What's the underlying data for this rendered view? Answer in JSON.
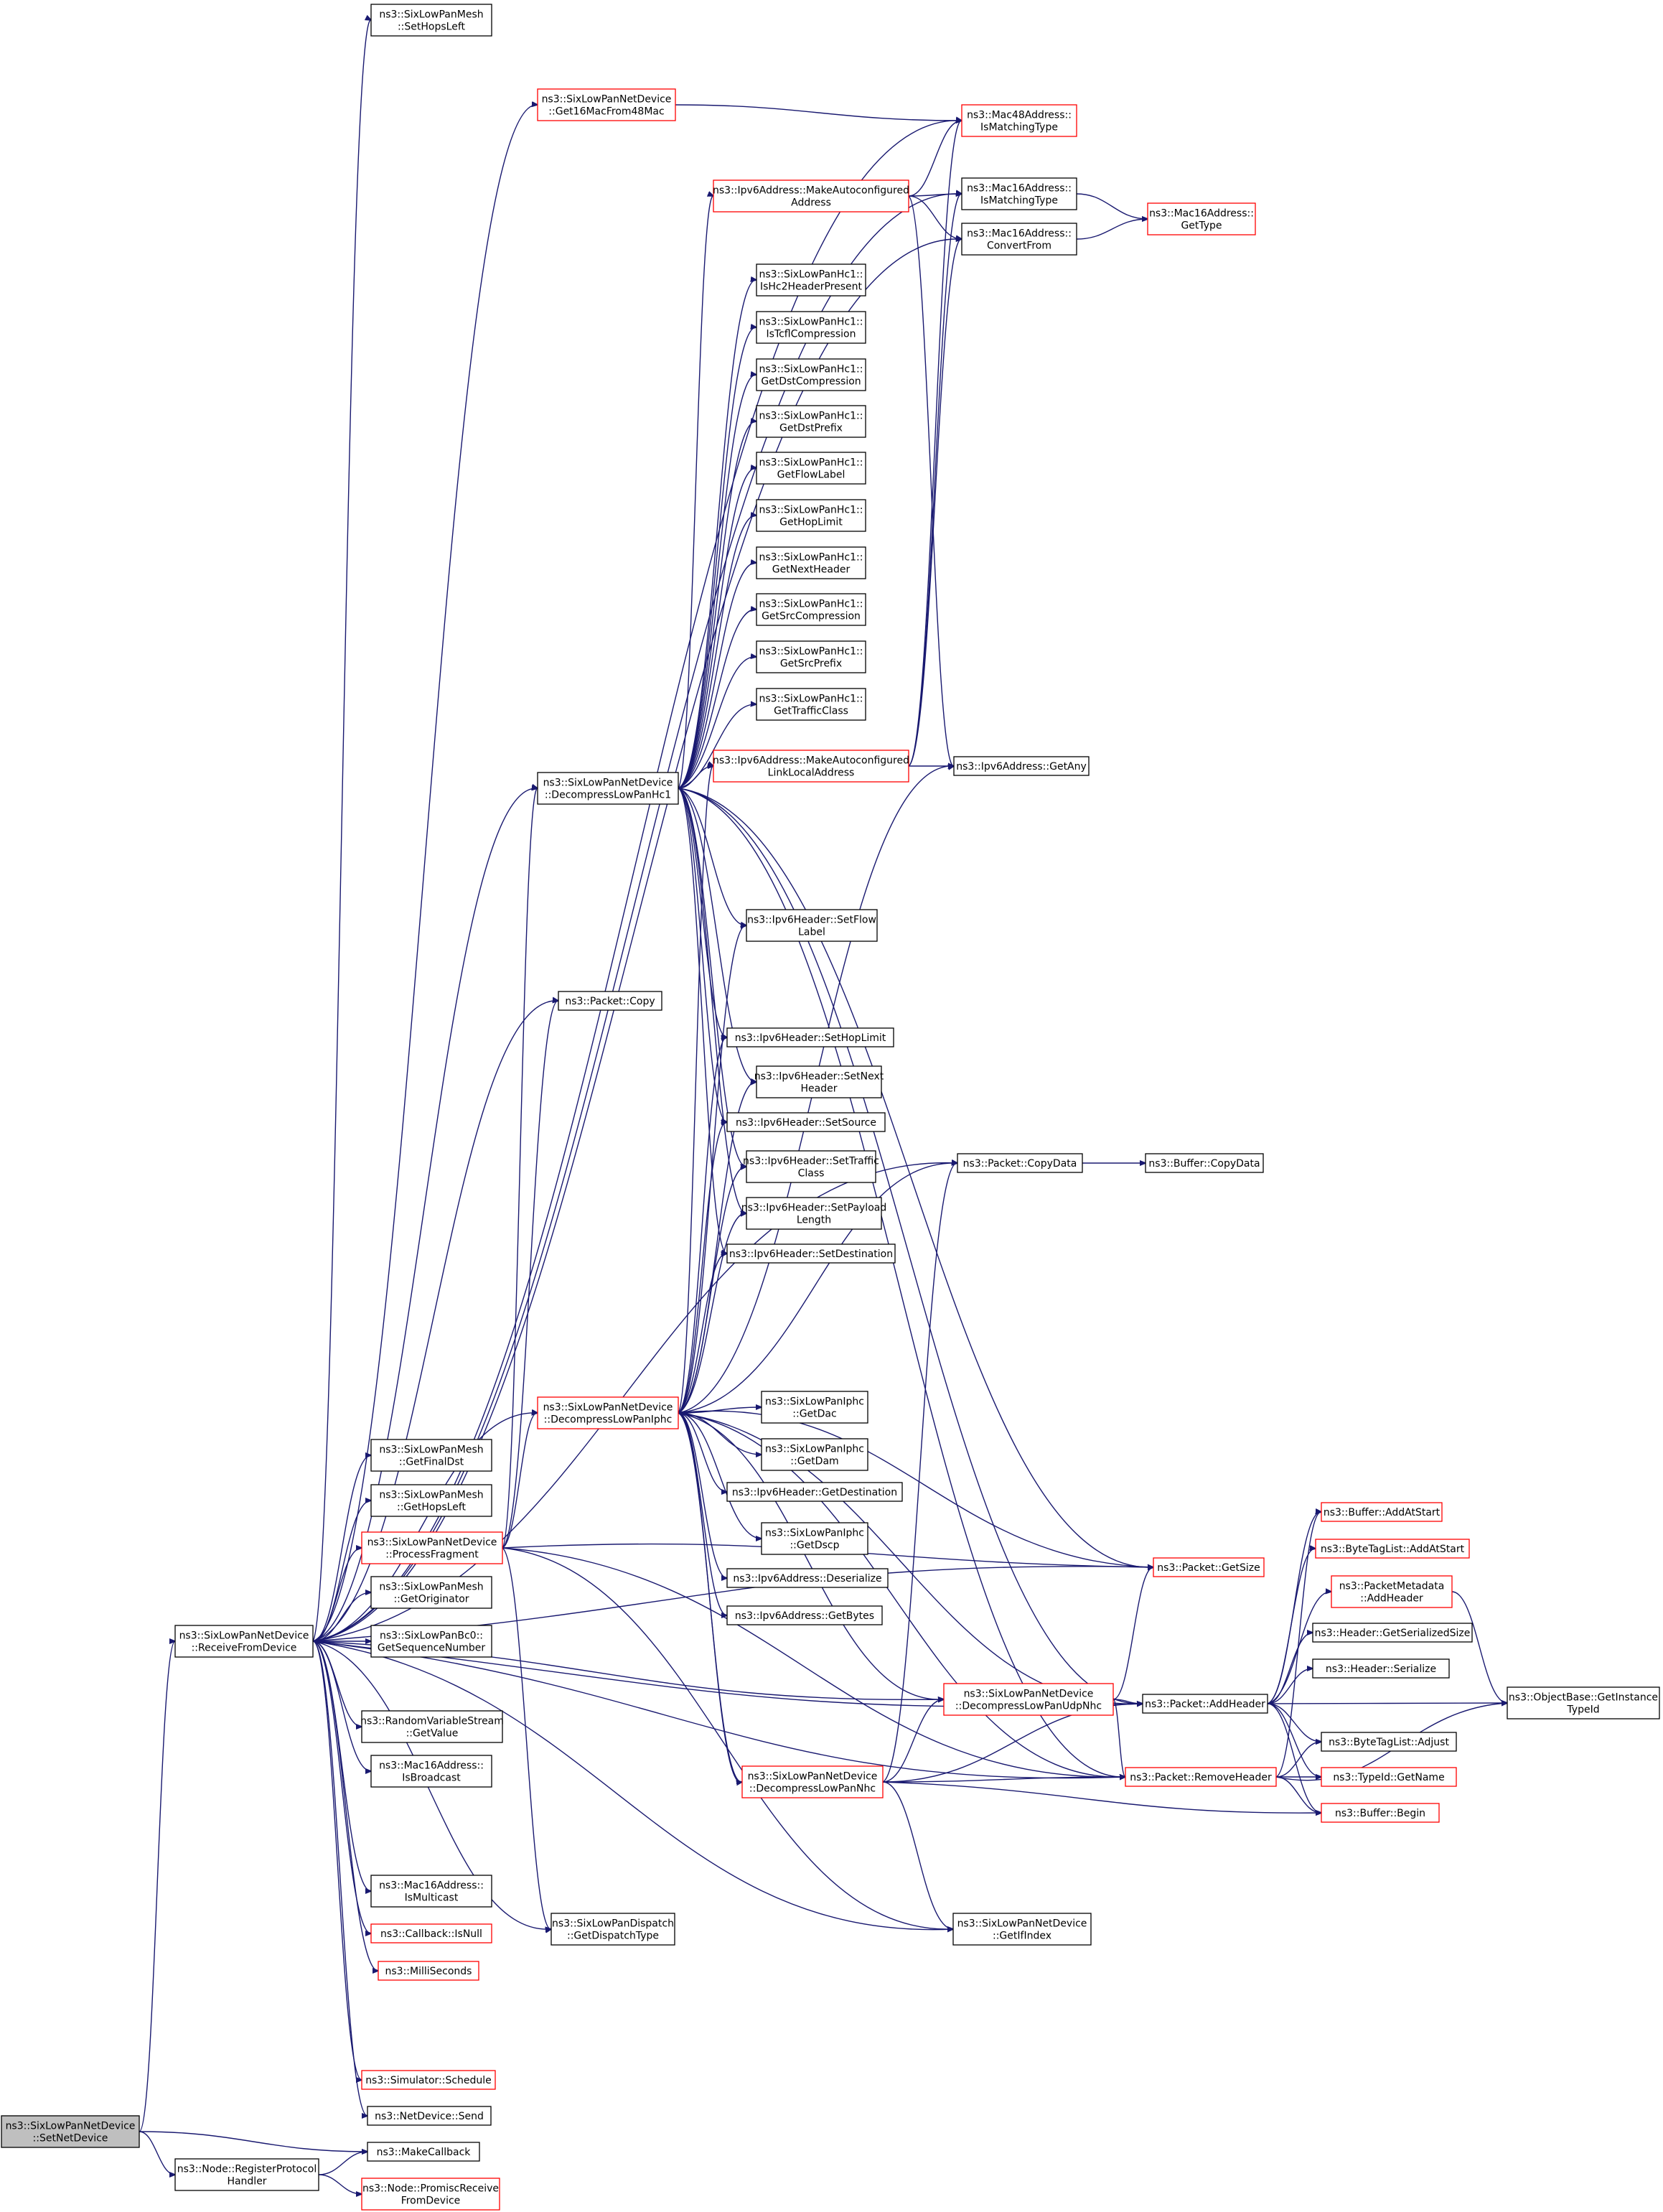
{
  "colors": {
    "edge": "#191970",
    "node_border": "#000000",
    "node_border_truncated": "#ff0000",
    "current_fill": "#bfbfbf"
  },
  "nodes": {
    "setnetdevice": [
      "ns3::SixLowPanNetDevice",
      "::SetNetDevice"
    ],
    "receivefromdevice": [
      "ns3::SixLowPanNetDevice",
      "::ReceiveFromDevice"
    ],
    "registerprotocolhandler": [
      "ns3::Node::RegisterProtocol",
      "Handler"
    ],
    "makecallback": [
      "ns3::MakeCallback"
    ],
    "promiscreceive": [
      "ns3::Node::PromiscReceive",
      "FromDevice"
    ],
    "mesh_sethopsleft": [
      "ns3::SixLowPanMesh",
      "::SetHopsLeft"
    ],
    "get16macfrom48mac": [
      "ns3::SixLowPanNetDevice",
      "::Get16MacFrom48Mac"
    ],
    "mac48_ismatchingtype": [
      "ns3::Mac48Address::",
      "IsMatchingType"
    ],
    "ipv6_makeautoconfiguredaddress": [
      "ns3::Ipv6Address::MakeAutoconfigured",
      "Address"
    ],
    "mac16_ismatchingtype": [
      "ns3::Mac16Address::",
      "IsMatchingType"
    ],
    "mac16_gettype": [
      "ns3::Mac16Address::",
      "GetType"
    ],
    "mac16_convertfrom": [
      "ns3::Mac16Address::",
      "ConvertFrom"
    ],
    "hc1_ishc2headerpresent": [
      "ns3::SixLowPanHc1::",
      "IsHc2HeaderPresent"
    ],
    "hc1_istcflcompression": [
      "ns3::SixLowPanHc1::",
      "IsTcflCompression"
    ],
    "hc1_getdstcompression": [
      "ns3::SixLowPanHc1::",
      "GetDstCompression"
    ],
    "hc1_getdstprefix": [
      "ns3::SixLowPanHc1::",
      "GetDstPrefix"
    ],
    "hc1_getflowlabel": [
      "ns3::SixLowPanHc1::",
      "GetFlowLabel"
    ],
    "hc1_gethoplimit": [
      "ns3::SixLowPanHc1::",
      "GetHopLimit"
    ],
    "hc1_getnextheader": [
      "ns3::SixLowPanHc1::",
      "GetNextHeader"
    ],
    "hc1_getsrccompression": [
      "ns3::SixLowPanHc1::",
      "GetSrcCompression"
    ],
    "hc1_getsrcprefix": [
      "ns3::SixLowPanHc1::",
      "GetSrcPrefix"
    ],
    "hc1_gettrafficclass": [
      "ns3::SixLowPanHc1::",
      "GetTrafficClass"
    ],
    "decompresslowpanhc1": [
      "ns3::SixLowPanNetDevice",
      "::DecompressLowPanHc1"
    ],
    "ipv6_makeautoconfiguredlinklocal": [
      "ns3::Ipv6Address::MakeAutoconfigured",
      "LinkLocalAddress"
    ],
    "ipv6_getany": [
      "ns3::Ipv6Address::GetAny"
    ],
    "ipv6hdr_setflowlabel": [
      "ns3::Ipv6Header::SetFlow",
      "Label"
    ],
    "packet_copy": [
      "ns3::Packet::Copy"
    ],
    "ipv6hdr_sethoplimit": [
      "ns3::Ipv6Header::SetHopLimit"
    ],
    "ipv6hdr_setnextheader": [
      "ns3::Ipv6Header::SetNext",
      "Header"
    ],
    "ipv6hdr_setsource": [
      "ns3::Ipv6Header::SetSource"
    ],
    "ipv6hdr_settrafficclass": [
      "ns3::Ipv6Header::SetTraffic",
      "Class"
    ],
    "packet_copydata": [
      "ns3::Packet::CopyData"
    ],
    "buffer_copydata": [
      "ns3::Buffer::CopyData"
    ],
    "ipv6hdr_setpayloadlength": [
      "ns3::Ipv6Header::SetPayload",
      "Length"
    ],
    "ipv6hdr_setdestination": [
      "ns3::Ipv6Header::SetDestination"
    ],
    "decompresslowpaniphc": [
      "ns3::SixLowPanNetDevice",
      "::DecompressLowPanIphc"
    ],
    "iphc_getdac": [
      "ns3::SixLowPanIphc",
      "::GetDac"
    ],
    "mesh_getfinaldst": [
      "ns3::SixLowPanMesh",
      "::GetFinalDst"
    ],
    "iphc_getdam": [
      "ns3::SixLowPanIphc",
      "::GetDam"
    ],
    "mesh_gethopsleft": [
      "ns3::SixLowPanMesh",
      "::GetHopsLeft"
    ],
    "ipv6hdr_getdestination": [
      "ns3::Ipv6Header::GetDestination"
    ],
    "buffer_addatstart": [
      "ns3::Buffer::AddAtStart"
    ],
    "processfragment": [
      "ns3::SixLowPanNetDevice",
      "::ProcessFragment"
    ],
    "iphc_getdscp": [
      "ns3::SixLowPanIphc",
      "::GetDscp"
    ],
    "bytetaglist_addatstart": [
      "ns3::ByteTagList::AddAtStart"
    ],
    "packet_getsize": [
      "ns3::Packet::GetSize"
    ],
    "ipv6_deserialize": [
      "ns3::Ipv6Address::Deserialize"
    ],
    "mesh_getoriginator": [
      "ns3::SixLowPanMesh",
      "::GetOriginator"
    ],
    "packetmetadata_addheader": [
      "ns3::PacketMetadata",
      "::AddHeader"
    ],
    "ipv6_getbytes": [
      "ns3::Ipv6Address::GetBytes"
    ],
    "bc0_getsequencenumber": [
      "ns3::SixLowPanBc0::",
      "GetSequenceNumber"
    ],
    "header_getserializedsize": [
      "ns3::Header::GetSerializedSize"
    ],
    "header_serialize": [
      "ns3::Header::Serialize"
    ],
    "decompresslowpanudpnhc": [
      "ns3::SixLowPanNetDevice",
      "::DecompressLowPanUdpNhc"
    ],
    "packet_addheader": [
      "ns3::Packet::AddHeader"
    ],
    "objectbase_getinstancetypeid": [
      "ns3::ObjectBase::GetInstance",
      "TypeId"
    ],
    "randomvariablestream_getvalue": [
      "ns3::RandomVariableStream",
      "::GetValue"
    ],
    "bytetaglist_adjust": [
      "ns3::ByteTagList::Adjust"
    ],
    "decompresslowpannhc": [
      "ns3::SixLowPanNetDevice",
      "::DecompressLowPanNhc"
    ],
    "packet_removeheader": [
      "ns3::Packet::RemoveHeader"
    ],
    "typeid_getname": [
      "ns3::TypeId::GetName"
    ],
    "mac16_isbroadcast": [
      "ns3::Mac16Address::",
      "IsBroadcast"
    ],
    "buffer_begin": [
      "ns3::Buffer::Begin"
    ],
    "mac16_ismulticast": [
      "ns3::Mac16Address::",
      "IsMulticast"
    ],
    "getifindex": [
      "ns3::SixLowPanNetDevice",
      "::GetIfIndex"
    ],
    "dispatch_getdispatchtype": [
      "ns3::SixLowPanDispatch",
      "::GetDispatchType"
    ],
    "callback_isnull": [
      "ns3::Callback::IsNull"
    ],
    "milliseconds": [
      "ns3::MilliSeconds"
    ],
    "simulator_schedule": [
      "ns3::Simulator::Schedule"
    ],
    "netdevice_send": [
      "ns3::NetDevice::Send"
    ]
  }
}
